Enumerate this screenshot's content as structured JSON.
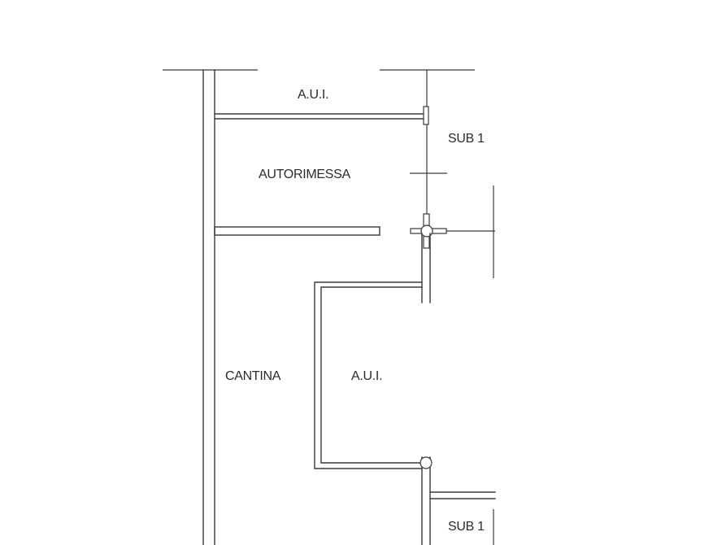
{
  "plan": {
    "labels": {
      "aui_top": "A.U.I.",
      "sub1_top": "SUB 1",
      "autorimessa": "AUTORIMESSA",
      "cantina": "CANTINA",
      "aui_center": "A.U.I.",
      "sub1_bottom": "SUB 1"
    },
    "line_color": "#3a3a3a",
    "text_color": "#2b2b2b"
  }
}
